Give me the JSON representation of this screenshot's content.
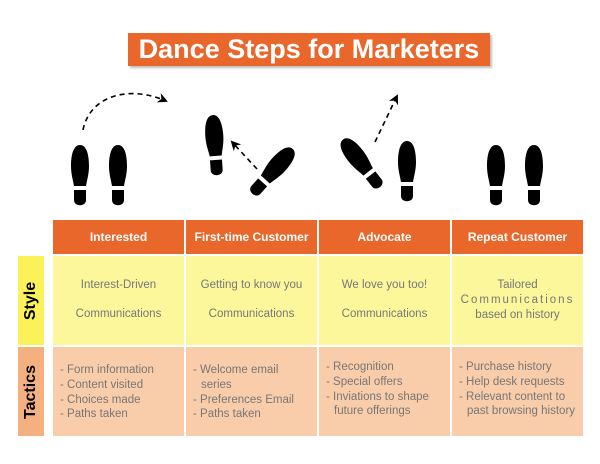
{
  "title": "Dance Steps for Marketers",
  "row_labels": {
    "style": "Style",
    "tactics": "Tactics"
  },
  "columns": [
    {
      "header": "Interested",
      "style": [
        "Interest-Driven",
        "Communications"
      ],
      "tactics": [
        "- Form information",
        "- Content visited",
        "- Choices made",
        "- Paths taken"
      ]
    },
    {
      "header": "First-time Customer",
      "style": [
        "Getting to know you",
        "Communications"
      ],
      "tactics": [
        "- Welcome email",
        "  series",
        "- Preferences Email",
        "- Paths taken"
      ]
    },
    {
      "header": "Advocate",
      "style": [
        "We love you too!",
        "Communications"
      ],
      "tactics": [
        "- Recognition",
        "- Special offers",
        "- Inviations to shape",
        "  future offerings"
      ]
    },
    {
      "header": "Repeat Customer",
      "style": [
        "Tailored",
        "Communications",
        "based on history"
      ],
      "tactics": [
        "- Purchase history",
        "- Help desk requests",
        "- Relevant content to",
        "  past browsing history"
      ]
    }
  ],
  "colors": {
    "header": "#e9672a",
    "style": "#fbf79a",
    "tactics": "#f9ccaa",
    "style_label": "#fbf25a",
    "tactics_label": "#f4b07f"
  }
}
